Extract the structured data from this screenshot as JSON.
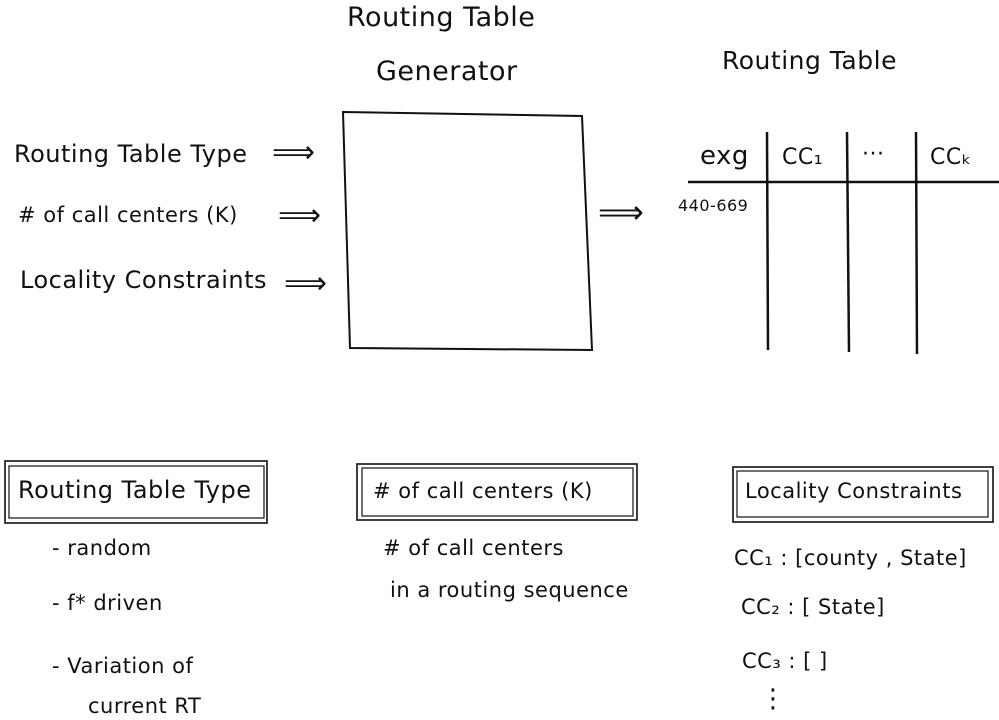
{
  "generator": {
    "title_line1": "Routing  Table",
    "title_line2": "Generator"
  },
  "inputs": [
    {
      "label": "Routing Table Type",
      "arrow": "⟹"
    },
    {
      "label": "# of call centers (K)",
      "arrow": "⟹"
    },
    {
      "label": "Locality  Constraints",
      "arrow": "⟹"
    }
  ],
  "output_arrow": "⟹",
  "routing_table": {
    "title": "Routing  Table",
    "columns": [
      "exg",
      "CC₁",
      "···",
      "CCₖ"
    ],
    "first_row_exg": "440-669"
  },
  "definitions": {
    "routing_table_type": {
      "heading": "Routing Table Type",
      "items": [
        "- random",
        "- f* driven",
        "- Variation of",
        "current  RT"
      ]
    },
    "call_centers": {
      "heading": "# of  call centers (K)",
      "desc_line1": "# of  call  centers",
      "desc_line2": "in  a  routing  sequence"
    },
    "locality_constraints": {
      "heading": "Locality  Constraints",
      "items": [
        "CC₁ : [county ,  State]",
        "CC₂ : [ State]",
        "CC₃ :  [   ]",
        "⋮"
      ]
    }
  }
}
